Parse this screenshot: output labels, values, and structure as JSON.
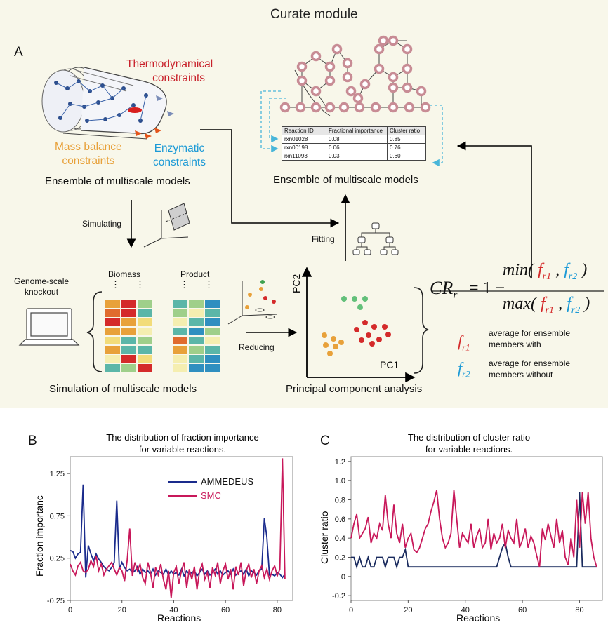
{
  "panelA": {
    "title": "Curate module",
    "letter": "A",
    "constraints": {
      "thermo": [
        "Thermodynamical",
        "constraints"
      ],
      "mass": [
        "Mass balance",
        "constraints"
      ],
      "enzymatic": [
        "Enzymatic",
        "constraints"
      ]
    },
    "ensemble_left": "Ensemble of multiscale models",
    "ensemble_right": "Ensemble of multiscale models",
    "simulating": "Simulating",
    "fitting": "Fitting",
    "reducing": "Reducing",
    "genome_knockout": [
      "Genome-scale",
      "knockout"
    ],
    "biomass": "Biomass",
    "product": "Product",
    "simulation_caption": "Simulation of multiscale models",
    "pca_caption": "Principal component analysis",
    "pc1": "PC1",
    "pc2": "PC2",
    "table": {
      "headers": [
        "Reaction ID",
        "Fractional importance",
        "Cluster ratio"
      ],
      "rows": [
        [
          "rxn01028",
          "0.08",
          "0.85"
        ],
        [
          "rxn00198",
          "0.06",
          "0.76"
        ],
        [
          "rxn11093",
          "0.03",
          "0.60"
        ]
      ]
    },
    "formula": {
      "lhs": "CR",
      "lhs_sub": "r",
      "one": "= 1 −",
      "num_fn": "min(",
      "den_fn": "max(",
      "f": "f",
      "sub1": "r1",
      "sub2": "r2",
      "comma": ",",
      "close": ")"
    },
    "legend_fr1": [
      "average for ensemble",
      "members with"
    ],
    "legend_fr2": [
      "average for ensemble",
      "members without"
    ],
    "colors": {
      "red": "#d42a2a",
      "blue": "#1c9ad6",
      "orange": "#e8a13a",
      "thermo": "#c8202a"
    }
  },
  "panelB": {
    "letter": "B",
    "title_lines": [
      "The distribution of fraction importance",
      "for variable reactions."
    ],
    "ylabel": "Fraction importanc",
    "xlabel": "Reactions",
    "yticks": [
      "1.25",
      "0.75",
      "0.25",
      "-0.25"
    ],
    "xticks": [
      "0",
      "20",
      "40",
      "60",
      "80"
    ],
    "legend": [
      "AMMEDEUS",
      "SMC"
    ]
  },
  "panelC": {
    "letter": "C",
    "title_lines": [
      "The distribution of cluster ratio",
      "for variable reactions."
    ],
    "ylabel": "Cluster ratio",
    "xlabel": "Reactions",
    "yticks": [
      "1.2",
      "1.0",
      "0.8",
      "0.6",
      "0.4",
      "0.2",
      "0",
      "-0.2"
    ],
    "xticks": [
      "0",
      "20",
      "40",
      "60",
      "80"
    ]
  },
  "chart_data": [
    {
      "type": "line",
      "title": "The distribution of fraction importance for variable reactions.",
      "xlabel": "Reactions",
      "ylabel": "Fraction importanc",
      "xlim": [
        0,
        86
      ],
      "ylim": [
        -0.25,
        1.45
      ],
      "grid": false,
      "legend_position": "upper-middle",
      "series": [
        {
          "name": "AMMEDEUS",
          "color": "#1a2b8c",
          "x": [
            0,
            1,
            2,
            3,
            4,
            5,
            6,
            7,
            8,
            9,
            10,
            11,
            12,
            13,
            14,
            15,
            16,
            17,
            18,
            19,
            20,
            21,
            22,
            23,
            24,
            25,
            26,
            27,
            28,
            29,
            30,
            31,
            32,
            33,
            34,
            35,
            36,
            37,
            38,
            39,
            40,
            41,
            42,
            43,
            44,
            45,
            46,
            47,
            48,
            49,
            50,
            51,
            52,
            53,
            54,
            55,
            56,
            57,
            58,
            59,
            60,
            61,
            62,
            63,
            64,
            65,
            66,
            67,
            68,
            69,
            70,
            71,
            72,
            73,
            74,
            75,
            76,
            77,
            78,
            79,
            80,
            81,
            82,
            83
          ],
          "y": [
            0.34,
            0.33,
            0.25,
            0.3,
            0.32,
            1.12,
            0.02,
            0.4,
            0.3,
            0.22,
            0.3,
            0.24,
            0.2,
            0.15,
            0.12,
            0.1,
            0.14,
            0.2,
            0.93,
            0.12,
            0.2,
            0.14,
            0.1,
            0.12,
            0.08,
            0.1,
            0.15,
            0.06,
            0.12,
            0.08,
            0.1,
            0.06,
            0.12,
            0.05,
            0.1,
            0.08,
            0.06,
            0.12,
            0.05,
            0.1,
            0.06,
            0.08,
            0.05,
            0.12,
            0.04,
            0.1,
            0.06,
            0.08,
            0.1,
            0.04,
            0.08,
            0.12,
            0.06,
            0.1,
            0.05,
            0.08,
            0.12,
            0.06,
            0.1,
            0.05,
            0.08,
            0.1,
            0.06,
            0.12,
            0.05,
            0.08,
            0.1,
            0.06,
            0.12,
            0.04,
            0.1,
            0.08,
            0.05,
            0.1,
            0.12,
            0.72,
            0.5,
            0.05,
            0.06,
            0.04,
            0.08,
            0.06,
            0.02,
            0.06
          ]
        },
        {
          "name": "SMC",
          "color": "#c8185a",
          "x": [
            0,
            1,
            2,
            3,
            4,
            5,
            6,
            7,
            8,
            9,
            10,
            11,
            12,
            13,
            14,
            15,
            16,
            17,
            18,
            19,
            20,
            21,
            22,
            23,
            24,
            25,
            26,
            27,
            28,
            29,
            30,
            31,
            32,
            33,
            34,
            35,
            36,
            37,
            38,
            39,
            40,
            41,
            42,
            43,
            44,
            45,
            46,
            47,
            48,
            49,
            50,
            51,
            52,
            53,
            54,
            55,
            56,
            57,
            58,
            59,
            60,
            61,
            62,
            63,
            64,
            65,
            66,
            67,
            68,
            69,
            70,
            71,
            72,
            73,
            74,
            75,
            76,
            77,
            78,
            79,
            80,
            81,
            82,
            83
          ],
          "y": [
            0.18,
            0.1,
            0.05,
            0.16,
            0.2,
            0.1,
            0.08,
            0.12,
            0.22,
            0.15,
            0.28,
            0.1,
            0.18,
            0.05,
            0.12,
            0.16,
            0.2,
            0.12,
            0.05,
            0.14,
            0.1,
            -0.02,
            0.22,
            0.6,
            0.04,
            0.2,
            0.1,
            0.18,
            0.02,
            -0.05,
            0.2,
            0.08,
            -0.1,
            0.14,
            0.05,
            0.18,
            0.0,
            -0.12,
            0.1,
            -0.22,
            0.08,
            0.15,
            -0.05,
            0.1,
            0.2,
            -0.1,
            0.12,
            0.0,
            0.15,
            -0.12,
            0.1,
            0.18,
            0.0,
            0.08,
            -0.1,
            0.14,
            0.05,
            0.2,
            -0.05,
            0.1,
            0.18,
            0.0,
            0.12,
            -0.12,
            0.15,
            0.05,
            0.2,
            -0.08,
            0.1,
            0.18,
            0.02,
            0.12,
            -0.05,
            0.1,
            0.16,
            0.02,
            0.12,
            0.0,
            0.1,
            0.16,
            0.04,
            0.12,
            1.43,
            0.0
          ]
        }
      ]
    },
    {
      "type": "line",
      "title": "The distribution of cluster ratio for variable reactions.",
      "xlabel": "Reactions",
      "ylabel": "Cluster ratio",
      "xlim": [
        0,
        88
      ],
      "ylim": [
        -0.25,
        1.25
      ],
      "grid": false,
      "series": [
        {
          "color": "#1a2b5e",
          "x": [
            0,
            1,
            2,
            3,
            4,
            5,
            6,
            7,
            8,
            9,
            10,
            11,
            12,
            13,
            14,
            15,
            16,
            17,
            18,
            19,
            20,
            21,
            22,
            23,
            24,
            25,
            26,
            27,
            28,
            29,
            30,
            31,
            32,
            33,
            34,
            35,
            36,
            37,
            38,
            39,
            40,
            41,
            42,
            43,
            44,
            45,
            46,
            47,
            48,
            49,
            50,
            51,
            52,
            53,
            54,
            55,
            56,
            57,
            58,
            59,
            60,
            61,
            62,
            63,
            64,
            65,
            66,
            67,
            68,
            69,
            70,
            71,
            72,
            73,
            74,
            75,
            76,
            77,
            78,
            79,
            80,
            81,
            82,
            83,
            84,
            85,
            86
          ],
          "y": [
            0.2,
            0.2,
            0.1,
            0.2,
            0.1,
            0.1,
            0.2,
            0.1,
            0.1,
            0.2,
            0.2,
            0.2,
            0.1,
            0.2,
            0.2,
            0.2,
            0.1,
            0.2,
            0.2,
            0.28,
            0.1,
            0.1,
            0.1,
            0.1,
            0.1,
            0.1,
            0.1,
            0.1,
            0.1,
            0.1,
            0.1,
            0.1,
            0.1,
            0.1,
            0.1,
            0.1,
            0.1,
            0.1,
            0.1,
            0.1,
            0.1,
            0.1,
            0.1,
            0.1,
            0.1,
            0.1,
            0.1,
            0.1,
            0.1,
            0.1,
            0.1,
            0.1,
            0.2,
            0.3,
            0.35,
            0.2,
            0.1,
            0.1,
            0.1,
            0.1,
            0.1,
            0.1,
            0.1,
            0.1,
            0.1,
            0.1,
            0.1,
            0.1,
            0.1,
            0.1,
            0.1,
            0.1,
            0.1,
            0.1,
            0.1,
            0.1,
            0.1,
            0.1,
            0.1,
            0.1,
            0.88,
            0.1,
            0.1,
            0.1,
            0.1,
            0.1,
            0.1
          ]
        },
        {
          "color": "#c8185a",
          "x": [
            0,
            1,
            2,
            3,
            4,
            5,
            6,
            7,
            8,
            9,
            10,
            11,
            12,
            13,
            14,
            15,
            16,
            17,
            18,
            19,
            20,
            21,
            22,
            23,
            24,
            25,
            26,
            27,
            28,
            29,
            30,
            31,
            32,
            33,
            34,
            35,
            36,
            37,
            38,
            39,
            40,
            41,
            42,
            43,
            44,
            45,
            46,
            47,
            48,
            49,
            50,
            51,
            52,
            53,
            54,
            55,
            56,
            57,
            58,
            59,
            60,
            61,
            62,
            63,
            64,
            65,
            66,
            67,
            68,
            69,
            70,
            71,
            72,
            73,
            74,
            75,
            76,
            77,
            78,
            79,
            80,
            81,
            82,
            83,
            84,
            85,
            86
          ],
          "y": [
            0.4,
            0.55,
            0.65,
            0.4,
            0.45,
            0.5,
            0.62,
            0.35,
            0.45,
            0.4,
            0.55,
            0.48,
            0.85,
            0.55,
            0.4,
            0.75,
            0.45,
            0.35,
            0.55,
            0.3,
            0.4,
            0.45,
            0.28,
            0.25,
            0.3,
            0.4,
            0.5,
            0.55,
            0.68,
            0.78,
            0.9,
            0.6,
            0.4,
            0.3,
            0.35,
            0.45,
            0.9,
            0.6,
            0.3,
            0.45,
            0.4,
            0.35,
            0.55,
            0.3,
            0.42,
            0.5,
            0.3,
            0.35,
            0.6,
            0.28,
            0.45,
            0.35,
            0.4,
            0.55,
            0.3,
            0.48,
            0.4,
            0.35,
            0.6,
            0.3,
            0.38,
            0.5,
            0.3,
            0.42,
            0.35,
            0.22,
            0.1,
            0.5,
            0.38,
            0.55,
            0.42,
            0.3,
            0.6,
            0.35,
            0.48,
            0.2,
            0.12,
            0.4,
            0.2,
            0.8,
            0.3,
            0.88,
            0.55,
            0.88,
            0.4,
            0.2,
            0.1
          ]
        }
      ]
    }
  ]
}
